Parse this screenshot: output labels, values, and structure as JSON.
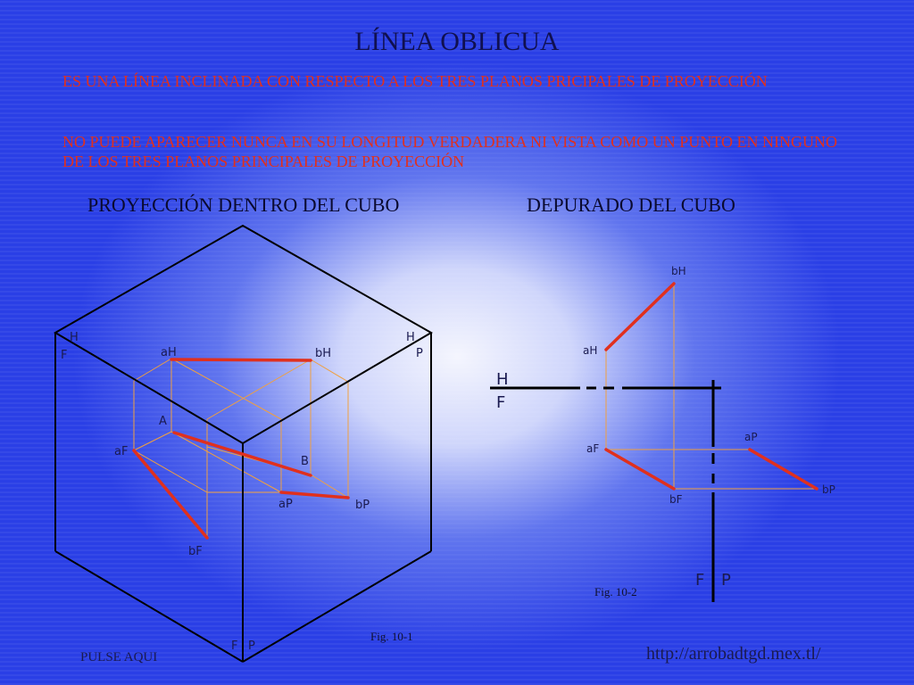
{
  "title": "LÍNEA OBLICUA",
  "paragraphs": [
    "ES UNA LÍNEA INCLINADA CON RESPECTO A LOS TRES PLANOS PRICIPALES DE PROYECCIÓN",
    "NO PUEDE APARECER NUNCA EN SU LONGITUD VERDADERA NI VISTA COMO UN PUNTO EN NINGUNO DE LOS TRES PLANOS PRINCIPALES DE PROYECCIÓN"
  ],
  "left_panel": {
    "heading": "PROYECCIÓN DENTRO DEL CUBO",
    "figure_caption": "Fig. 10-1",
    "labels": {
      "h_left": "H",
      "f_left": "F",
      "h_right": "H",
      "p_right": "P",
      "aH": "aH",
      "bH": "bH",
      "A": "A",
      "aF": "aF",
      "B": "B",
      "aP": "aP",
      "bP": "bP",
      "bF": "bF",
      "f_bottom": "F",
      "p_bottom": "P"
    }
  },
  "right_panel": {
    "heading": "DEPURADO DEL CUBO",
    "figure_caption": "Fig. 10-2",
    "labels": {
      "bH": "bH",
      "aH": "aH",
      "H": "H",
      "F": "F",
      "aP": "aP",
      "aF": "aF",
      "bP": "bP",
      "bF": "bF",
      "F_axis": "F",
      "P_axis": "P"
    }
  },
  "footer": {
    "pulse": "PULSE AQUI",
    "url": "http://arrobadtgd.mex.tl/"
  },
  "colors": {
    "projection_line": "#e0301e",
    "construction_line": "#f0a040",
    "edge_line": "#000000",
    "body_text": "#e0301e"
  }
}
